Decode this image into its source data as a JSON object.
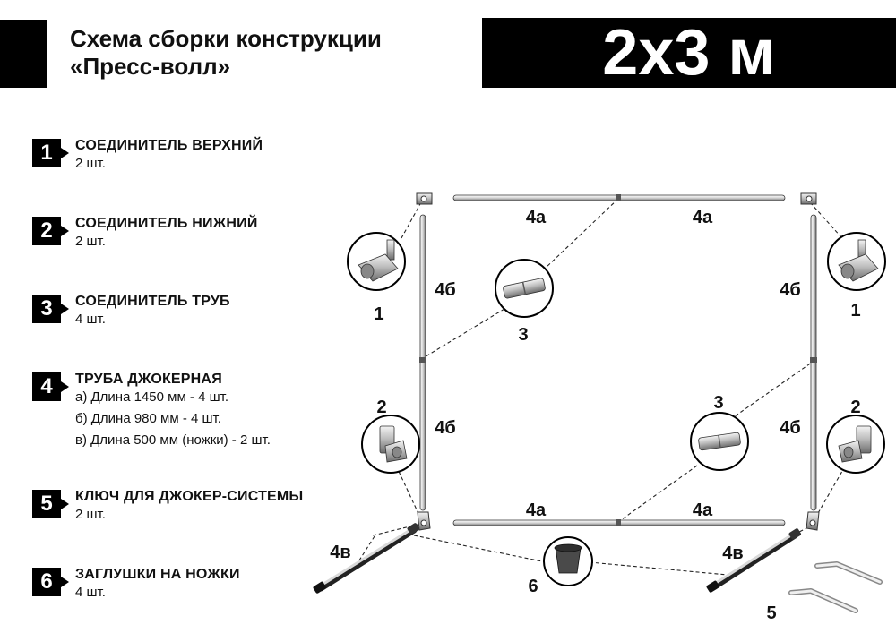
{
  "header": {
    "title_line1": "Схема сборки конструкции",
    "title_line2": "«Пресс-волл»",
    "size": "2x3 м"
  },
  "legend": [
    {
      "num": "1",
      "title": "СОЕДИНИТЕЛЬ ВЕРХНИЙ",
      "lines": [
        "2 шт."
      ]
    },
    {
      "num": "2",
      "title": "СОЕДИНИТЕЛЬ НИЖНИЙ",
      "lines": [
        "2 шт."
      ]
    },
    {
      "num": "3",
      "title": "СОЕДИНИТЕЛЬ ТРУБ",
      "lines": [
        "4 шт."
      ]
    },
    {
      "num": "4",
      "title": "ТРУБА ДЖОКЕРНАЯ",
      "lines": [
        "а) Длина 1450 мм - 4 шт.",
        "б) Длина 980 мм - 4 шт.",
        "в) Длина 500 мм (ножки) - 2 шт."
      ]
    },
    {
      "num": "5",
      "title": "КЛЮЧ ДЛЯ ДЖОКЕР-СИСТЕМЫ",
      "lines": [
        "2 шт."
      ]
    },
    {
      "num": "6",
      "title": "ЗАГЛУШКИ НА НОЖКИ",
      "lines": [
        "4 шт."
      ]
    }
  ],
  "diagram": {
    "top_tube_label": "4а",
    "bottom_tube_label": "4а",
    "side_tube_label": "4б",
    "leg_label": "4в",
    "top_connector_num": "1",
    "bottom_connector_num": "2",
    "tube_connector_num": "3",
    "key_num": "5",
    "cap_num": "6"
  }
}
